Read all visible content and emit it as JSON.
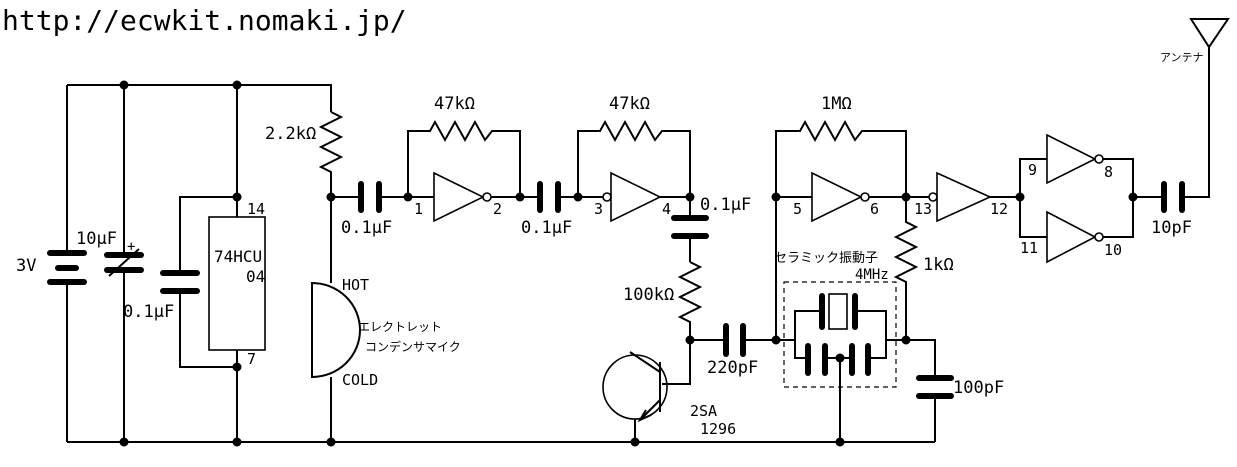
{
  "url": "http://ecwkit.nomaki.jp/",
  "labels": {
    "battery": "3V",
    "cap_10u": "10μF",
    "cap_plus": "+",
    "cap_bypass": "0.1μF",
    "ic_name_1": "74HCU",
    "ic_name_2": "04",
    "ic_pin14": "14",
    "ic_pin7": "7",
    "r_2k2": "2.2kΩ",
    "cap_c1": "0.1μF",
    "mic_hot": "HOT",
    "mic_cold": "COLD",
    "mic_name_1": "エレクトレット",
    "mic_name_2": "コンデンサマイク",
    "r_47k_a": "47kΩ",
    "r_47k_b": "47kΩ",
    "pin1": "1",
    "pin2": "2",
    "pin3": "3",
    "pin4": "4",
    "cap_c2": "0.1μF",
    "cap_c3": "0.1μF",
    "r_100k": "100kΩ",
    "cap_220p": "220pF",
    "tr_name_1": "2SA",
    "tr_name_2": "1296",
    "r_1M": "1MΩ",
    "pin5": "5",
    "pin6": "6",
    "pin13": "13",
    "pin12": "12",
    "r_1k": "1kΩ",
    "resonator_1": "セラミック振動子",
    "resonator_2": "4MHz",
    "cap_100p": "100pF",
    "pin9": "9",
    "pin8": "8",
    "pin11": "11",
    "pin10": "10",
    "cap_10p": "10pF",
    "antenna": "アンテナ"
  }
}
